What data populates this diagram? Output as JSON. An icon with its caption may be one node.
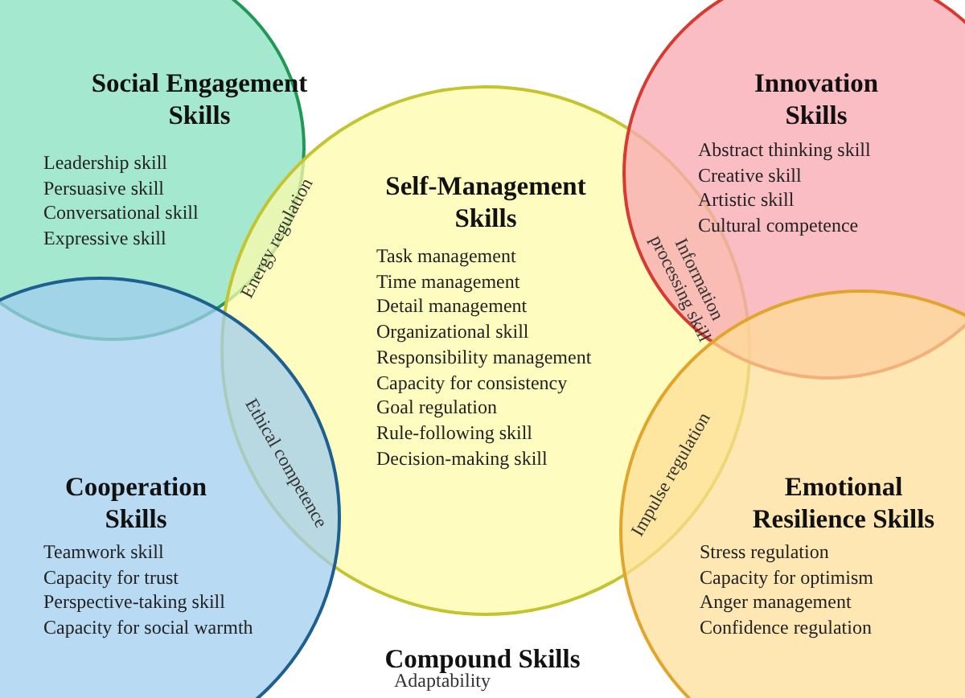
{
  "diagram": {
    "nodes": [
      {
        "text": [
          "Social Engagement Skills",
          "Leadership skill",
          "Persuasive skill",
          "Conversational skill",
          "Expressive skill"
        ]
      },
      {
        "text": [
          "Self-Management Skills",
          "Task management",
          "Time management",
          "Detail management",
          "Organizational skill",
          "Responsibility management",
          "Capacity for consistency",
          "Goal regulation",
          "Rule-following skill",
          "Decision-making skill"
        ]
      },
      {
        "text": [
          "Innovation Skills",
          "Abstract thinking skill",
          "Creative skill",
          "Artistic skill",
          "Cultural competence"
        ]
      },
      {
        "text": [
          "Cooperation Skills",
          "Teamwork skill",
          "Capacity for trust",
          "Perspective-taking skill",
          "Capacity for social warmth"
        ]
      },
      {
        "text": [
          "Emotional Resilience Skills",
          "Stress regulation",
          "Capacity for optimism",
          "Anger management",
          "Confidence regulation"
        ]
      }
    ],
    "edges": [],
    "labels": [
      "Energy regulation",
      "Information processing skill",
      "Ethical competence",
      "Impulse regulation",
      "Compound Skills",
      "Adaptability"
    ]
  }
}
